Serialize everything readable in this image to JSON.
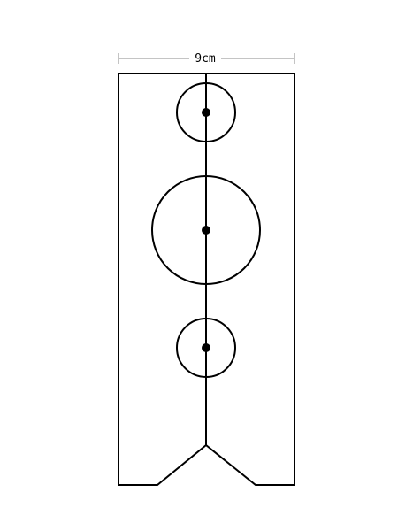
{
  "dimension": {
    "label": "9cm"
  },
  "circles": [
    {
      "diameter_cm": 3
    },
    {
      "diameter_cm": 5.5
    },
    {
      "diameter_cm": 3
    }
  ],
  "colors": {
    "stroke": "#000000",
    "dimension_line": "#888888",
    "background": "#ffffff"
  }
}
